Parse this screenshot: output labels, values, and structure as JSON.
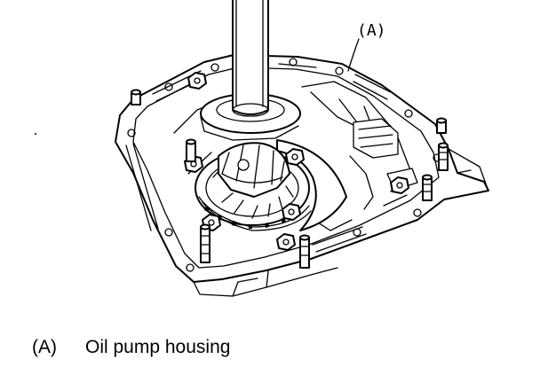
{
  "figure": {
    "callout_label": "(A)",
    "legend": [
      {
        "tag": "(A)",
        "text": "Oil pump housing"
      }
    ]
  }
}
